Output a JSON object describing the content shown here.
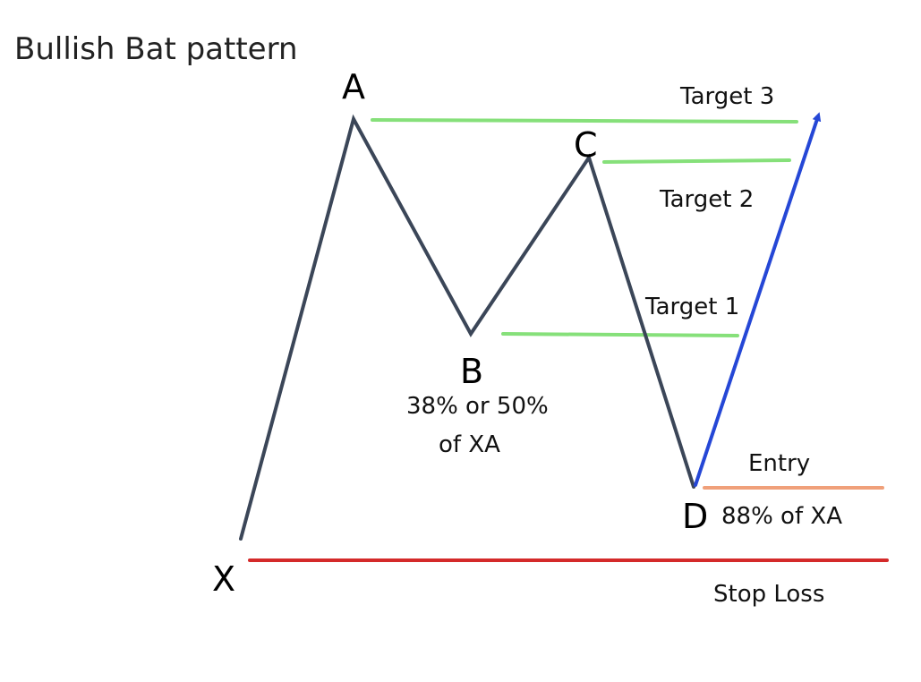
{
  "title": "Bullish Bat pattern",
  "points": {
    "x": "X",
    "a": "A",
    "b": "B",
    "c": "C",
    "d": "D"
  },
  "notes": {
    "b_line1": "38% or 50%",
    "b_line2": "of XA",
    "d": "88% of XA"
  },
  "levels": {
    "target3": "Target 3",
    "target2": "Target 2",
    "target1": "Target 1",
    "entry": "Entry",
    "stop_loss": "Stop Loss"
  },
  "colors": {
    "pattern_line": "#3b4658",
    "projection_arrow": "#2547d6",
    "target_lines": "#86e07a",
    "entry_line": "#f0a07a",
    "stop_loss_line": "#d42a2a"
  }
}
